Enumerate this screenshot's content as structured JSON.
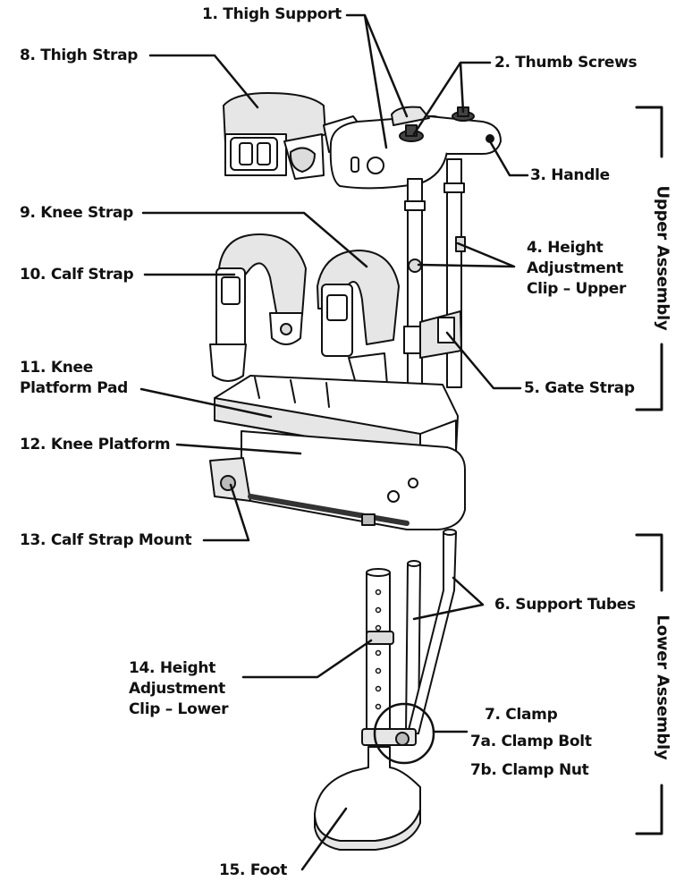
{
  "labels": {
    "thigh_support": "1. Thigh Support",
    "thumb_screws": "2. Thumb Screws",
    "handle": "3. Handle",
    "height_clip_upper": [
      "4. Height",
      "Adjustment",
      "Clip – Upper"
    ],
    "gate_strap": "5. Gate Strap",
    "support_tubes": "6. Support Tubes",
    "clamp": "7. Clamp",
    "clamp_bolt": "7a. Clamp Bolt",
    "clamp_nut": "7b. Clamp Nut",
    "thigh_strap": "8. Thigh Strap",
    "knee_strap": "9. Knee Strap",
    "calf_strap": "10. Calf Strap",
    "knee_platform_pad": [
      "11. Knee",
      "Platform Pad"
    ],
    "knee_platform": "12. Knee Platform",
    "calf_strap_mount": "13. Calf Strap Mount",
    "height_clip_lower": [
      "14. Height",
      "Adjustment",
      "Clip – Lower"
    ],
    "foot": "15. Foot"
  },
  "groups": {
    "upper": "Upper Assembly",
    "lower": "Lower Assembly"
  },
  "colors": {
    "ink": "#111111",
    "part_fill": "#ffffff",
    "part_shade": "#dcdcdc"
  }
}
